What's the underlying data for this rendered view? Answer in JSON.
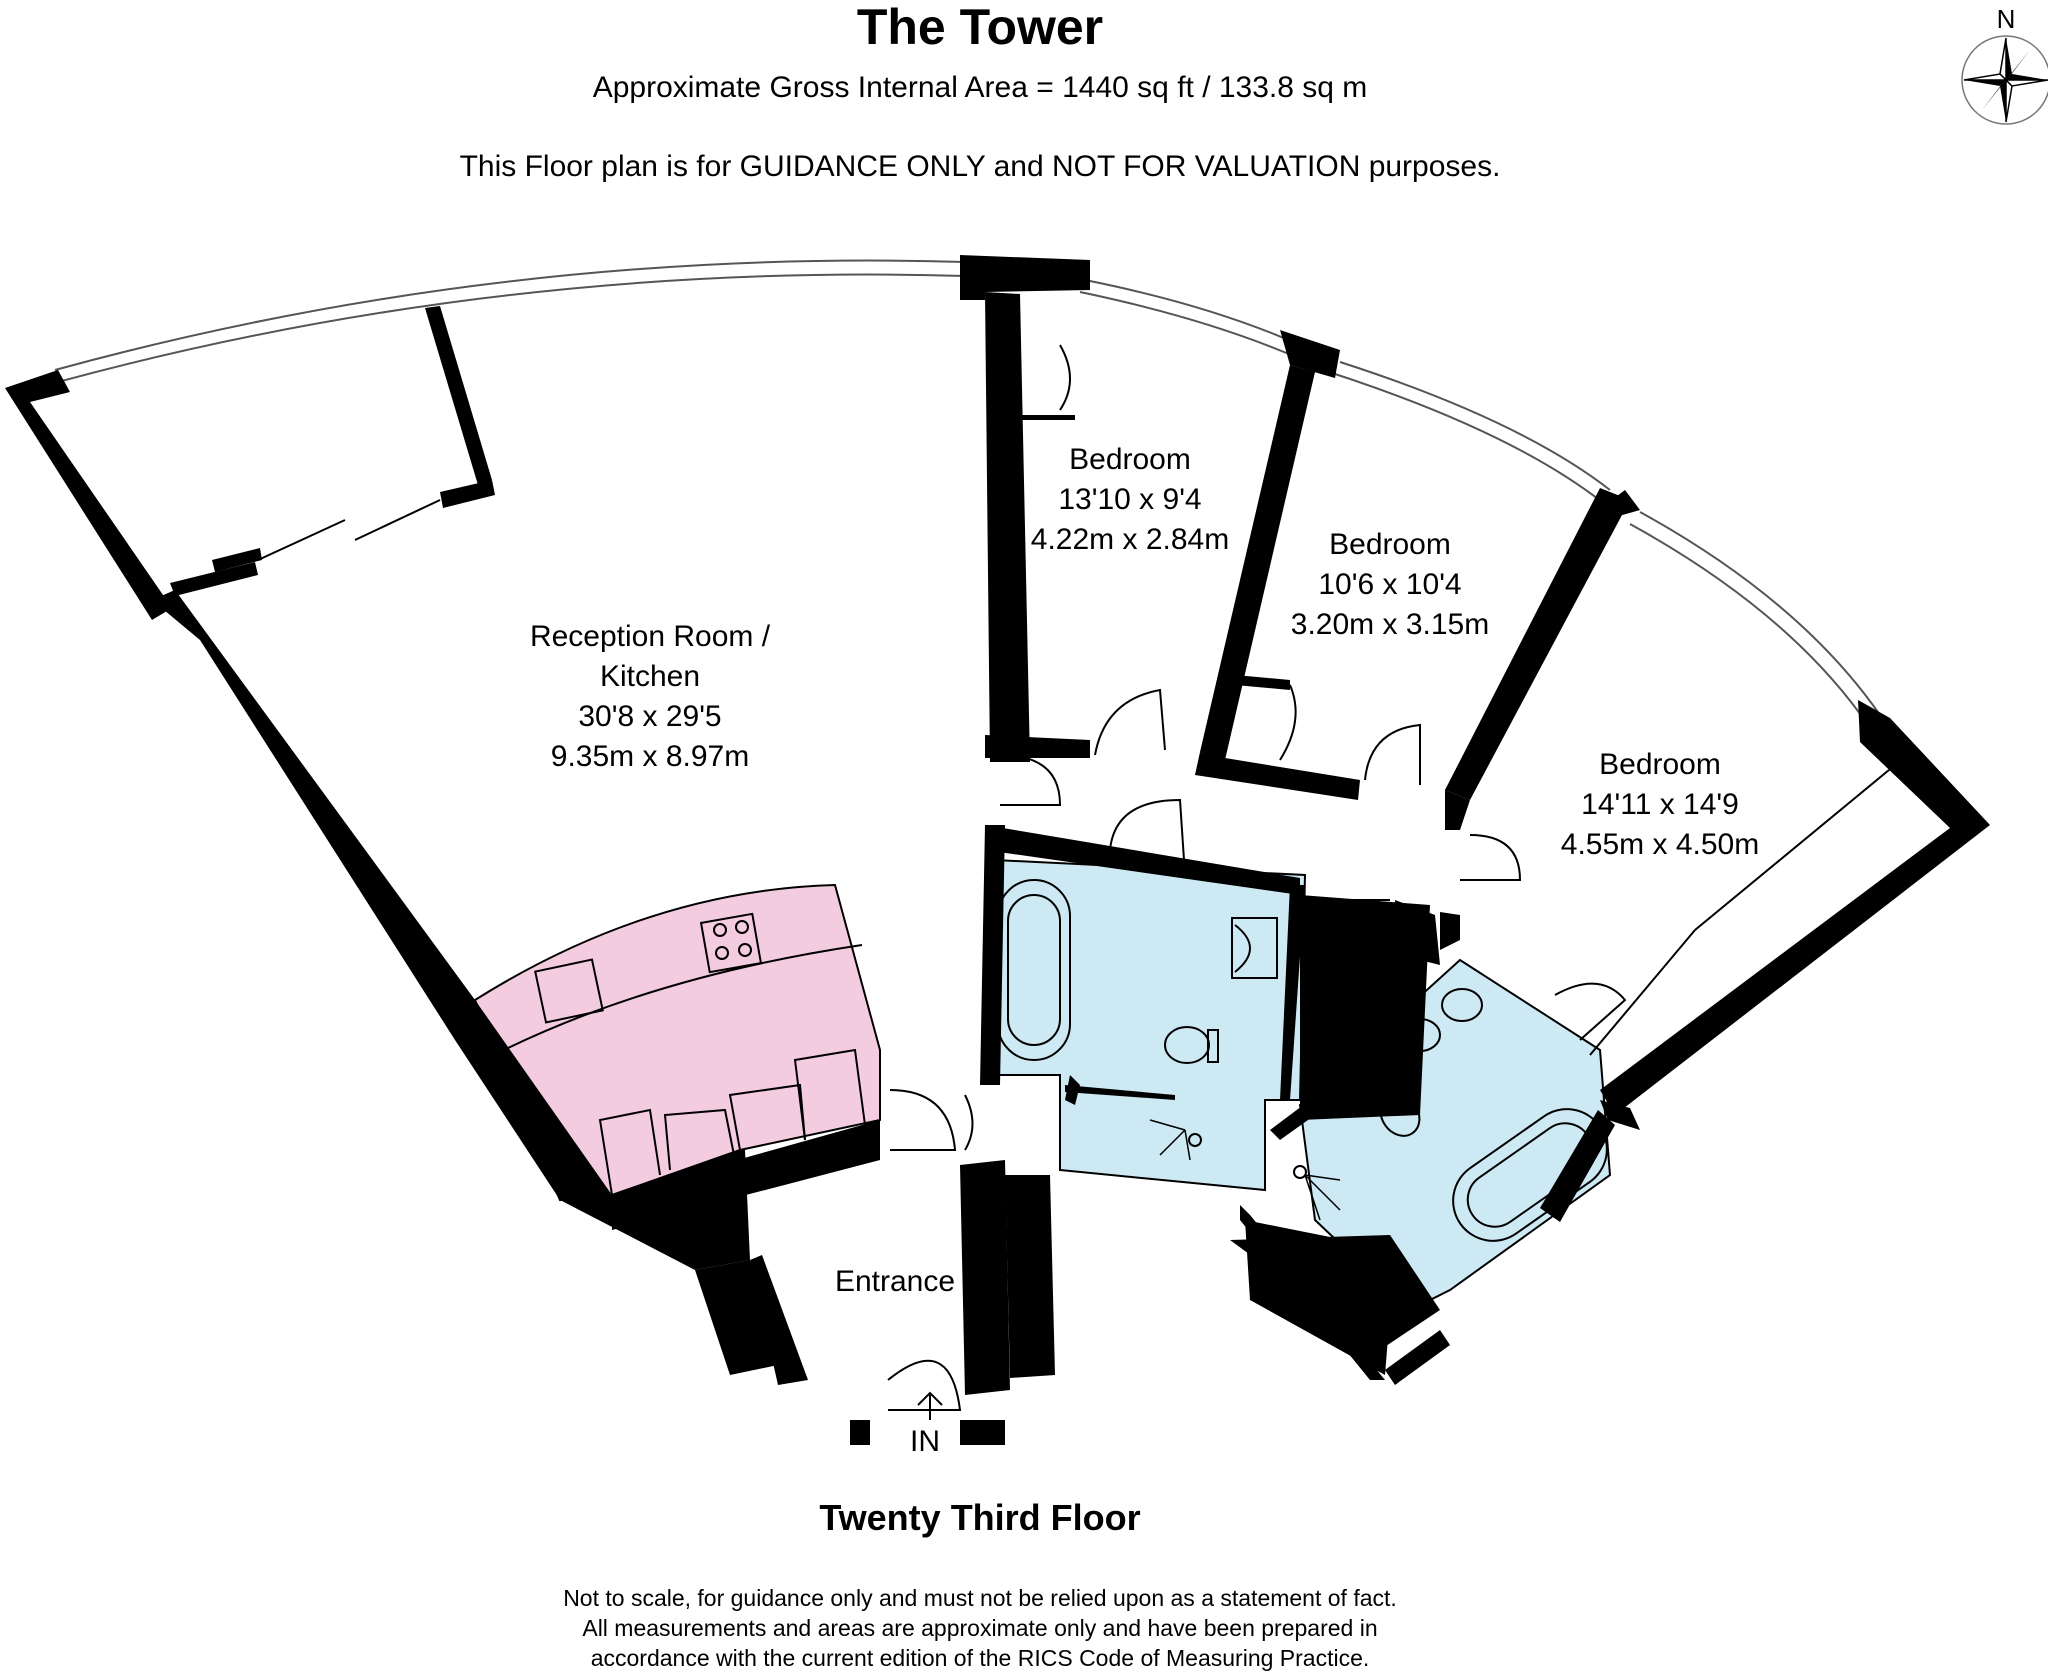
{
  "header": {
    "title": "The Tower",
    "area": "Approximate Gross Internal Area = 1440 sq ft / 133.8 sq m",
    "disclaimer": "This Floor plan is for GUIDANCE ONLY and NOT FOR VALUATION purposes."
  },
  "compass": {
    "label": "N"
  },
  "rooms": {
    "reception": {
      "name_line1": "Reception Room /",
      "name_line2": "Kitchen",
      "imperial": "30'8 x 29'5",
      "metric": "9.35m x 8.97m"
    },
    "bedroom1": {
      "name": "Bedroom",
      "imperial": "13'10 x 9'4",
      "metric": "4.22m x 2.84m"
    },
    "bedroom2": {
      "name": "Bedroom",
      "imperial": "10'6 x 10'4",
      "metric": "3.20m x 3.15m"
    },
    "bedroom3": {
      "name": "Bedroom",
      "imperial": "14'11 x 14'9",
      "metric": "4.55m x 4.50m"
    },
    "entrance": {
      "name": "Entrance"
    }
  },
  "entry_label": "IN",
  "floor_label": "Twenty Third Floor",
  "footer": {
    "line1": "Not to scale, for guidance only and must not be relied upon as a statement of fact.",
    "line2": "All measurements and areas are approximate only and have been prepared in",
    "line3": "accordance with the current edition of the RICS Code of Measuring Practice."
  },
  "colors": {
    "wall": "#000000",
    "kitchen_fill": "#f3cce0",
    "bathroom_fill": "#cde9f3",
    "window_line": "#555555"
  }
}
